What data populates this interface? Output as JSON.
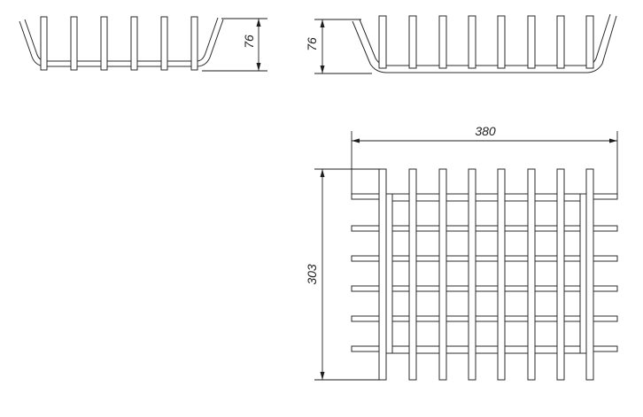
{
  "views": {
    "front_small": {
      "name": "front-view-small",
      "dimension_label": "76"
    },
    "front_large": {
      "name": "front-view-large",
      "dimension_label": "76"
    },
    "top": {
      "name": "top-view",
      "width_label": "380",
      "depth_label": "303"
    }
  },
  "colors": {
    "line": "#2b2b2b",
    "background": "#ffffff"
  }
}
